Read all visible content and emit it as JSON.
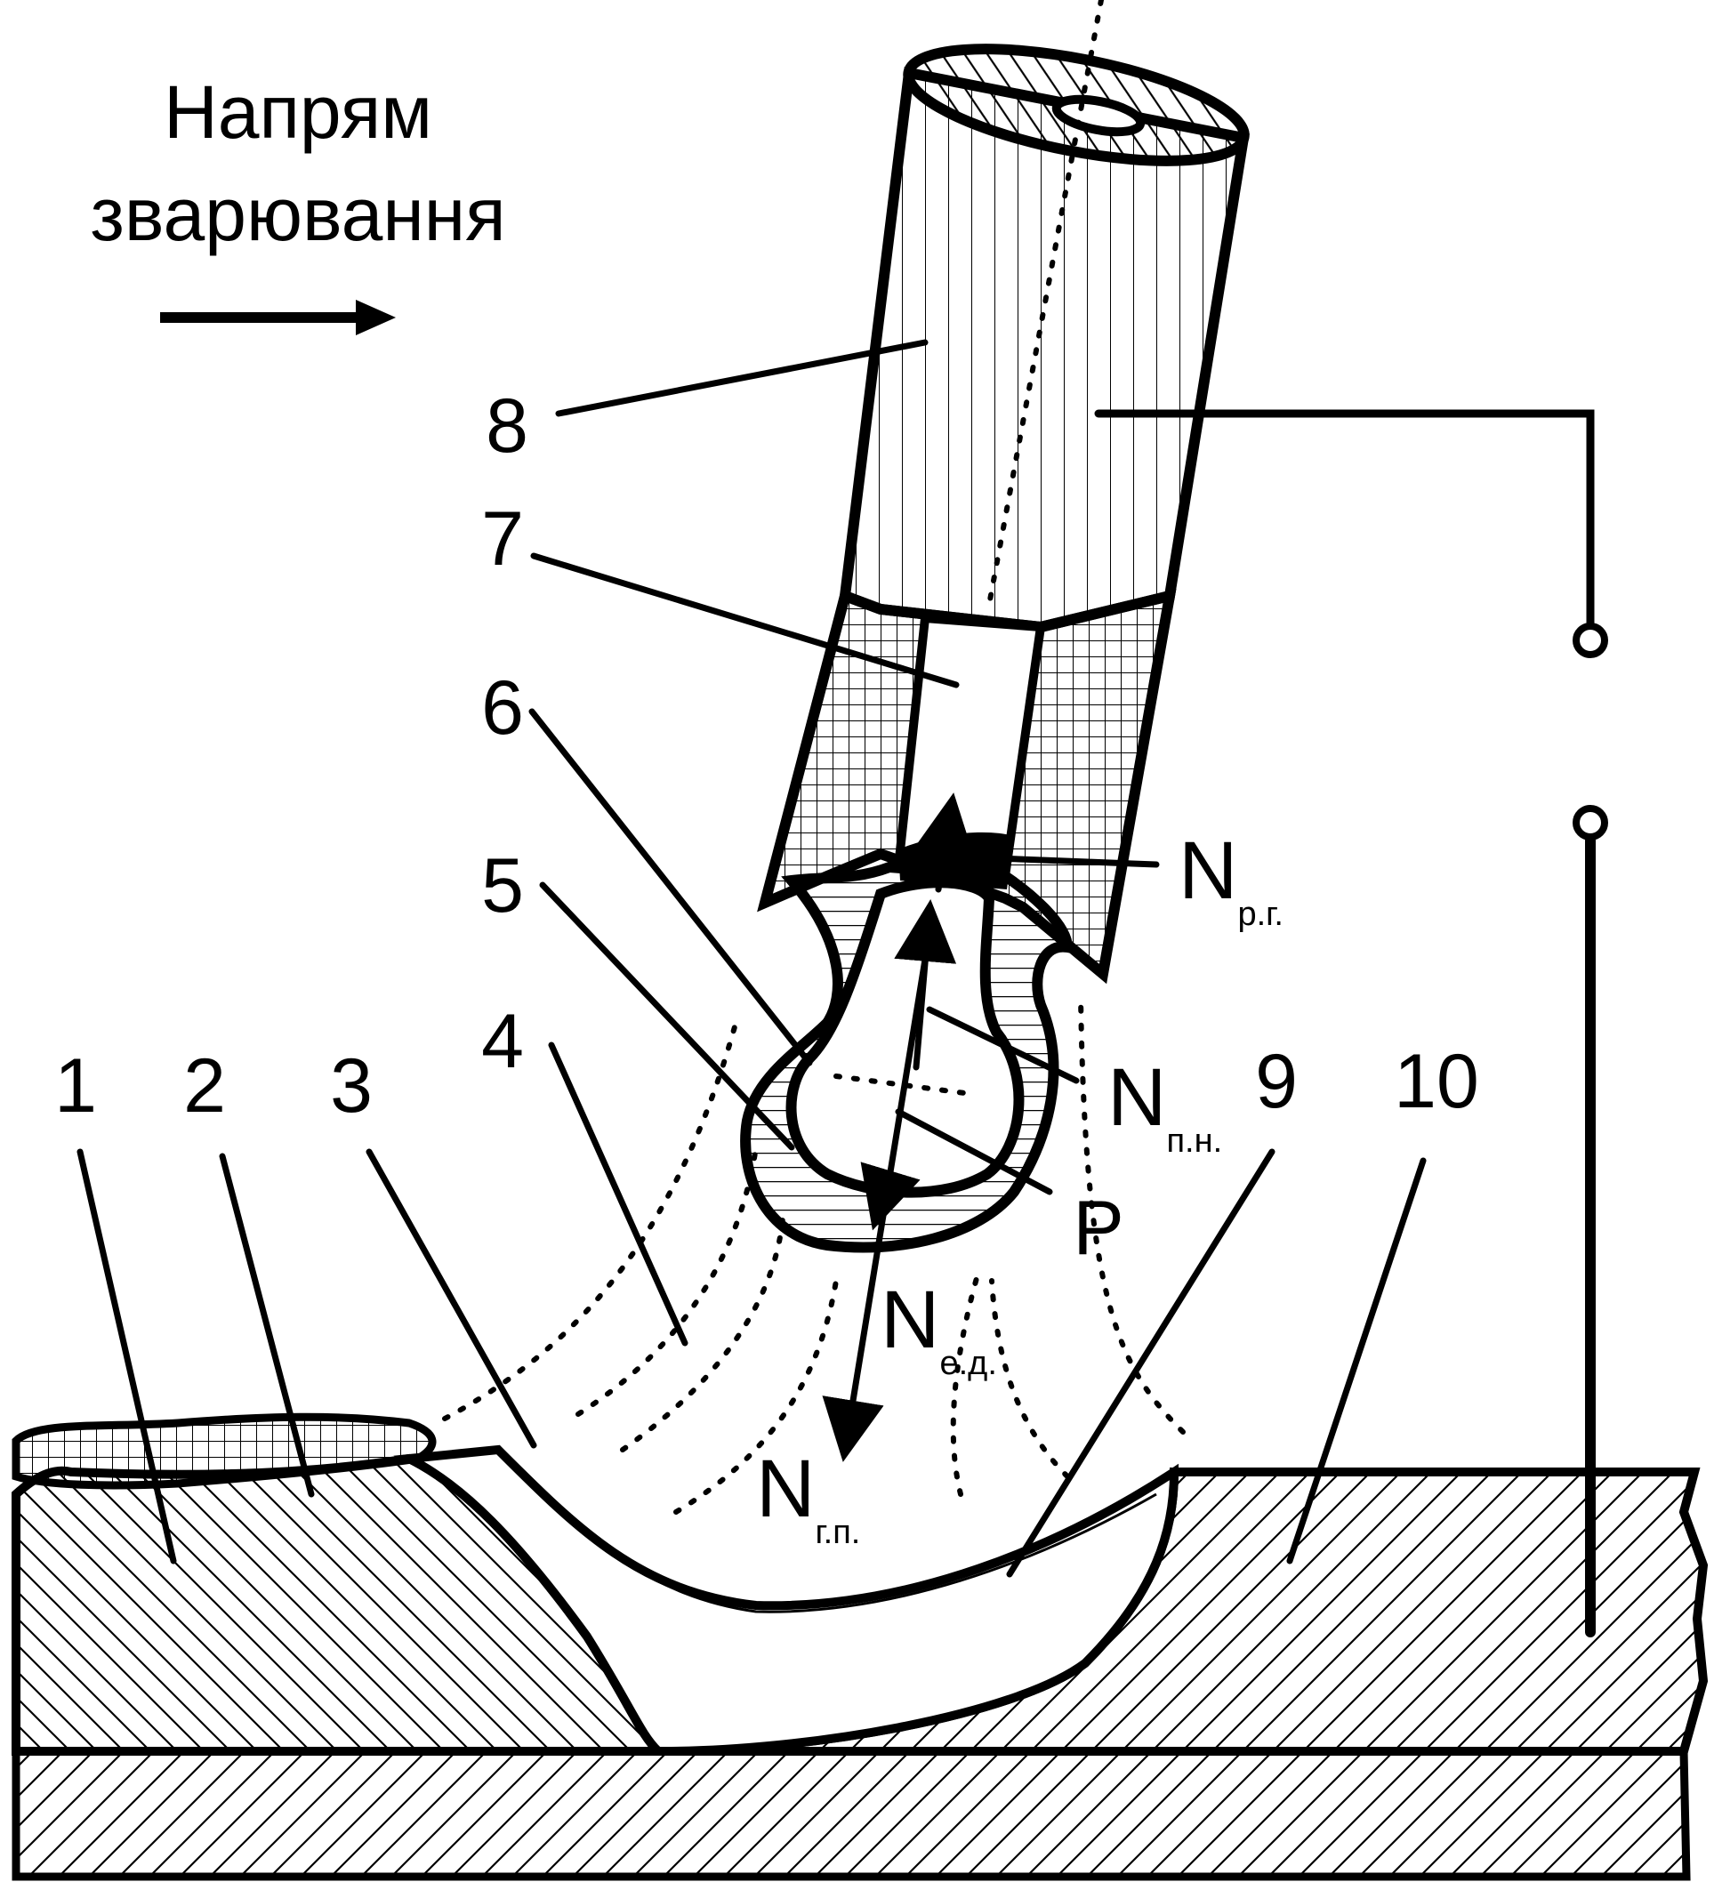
{
  "title_lines": [
    "Напрям",
    "зварювання"
  ],
  "labels": [
    {
      "id": "1",
      "text": "1"
    },
    {
      "id": "2",
      "text": "2"
    },
    {
      "id": "3",
      "text": "3"
    },
    {
      "id": "4",
      "text": "4"
    },
    {
      "id": "5",
      "text": "5"
    },
    {
      "id": "6",
      "text": "6"
    },
    {
      "id": "7",
      "text": "7"
    },
    {
      "id": "8",
      "text": "8"
    },
    {
      "id": "9",
      "text": "9"
    },
    {
      "id": "10",
      "text": "10"
    },
    {
      "id": "P",
      "text": "P"
    }
  ],
  "forces": [
    {
      "id": "rg",
      "main": "N",
      "sub": "р.г."
    },
    {
      "id": "pn",
      "main": "N",
      "sub": "п.н."
    },
    {
      "id": "ed",
      "main": "N",
      "sub": "е.д."
    },
    {
      "id": "gp",
      "main": "N",
      "sub": "г.п."
    }
  ],
  "colors": {
    "ink": "#000000",
    "paper": "#ffffff"
  }
}
